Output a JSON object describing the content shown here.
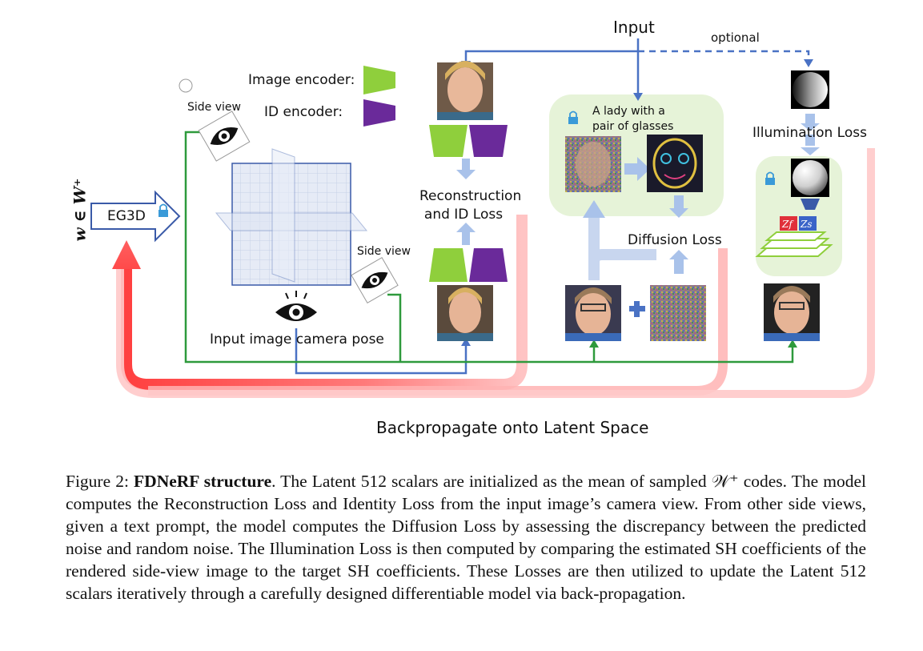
{
  "diagram": {
    "input_label": "Input",
    "optional_label": "optional",
    "image_encoder_label": "Image encoder:",
    "id_encoder_label": "ID encoder:",
    "side_view_label_top": "Side view",
    "side_view_label_right": "Side view",
    "eg3d_label": "EG3D",
    "latent_label": "w ∈ W⁺",
    "reconstruction_label_line1": "Reconstruction",
    "reconstruction_label_line2": "and ID Loss",
    "camera_pose_label": "Input image camera pose",
    "prompt_line1": "A lady with a",
    "prompt_line2": "pair of glasses",
    "diffusion_loss_label": "Diffusion Loss",
    "illumination_loss_label": "Illumination Loss",
    "zf_label": "Zf",
    "zs_label": "Zs",
    "backprop_label": "Backpropagate onto Latent Space",
    "colors": {
      "encoder_green": "#8fcf3c",
      "encoder_purple": "#6a2a9a",
      "arrow_blue": "#4a72c4",
      "arrow_green": "#2e9a3c",
      "arrow_red": "#ff5a5a",
      "arrow_light_blue": "#a9c2ea",
      "panel_green": "#e6f3d8"
    }
  },
  "caption": {
    "prefix": "Figure 2: ",
    "bold": "FDNeRF structure",
    "text": ". The Latent 512 scalars are initialized as the mean of sampled 𝒲⁺ codes. The model computes the Reconstruction Loss and Identity Loss from the input image’s camera view. From other side views, given a text prompt, the model computes the Diffusion Loss by assessing the discrepancy between the predicted noise and random noise. The Illumination Loss is then computed by comparing the estimated SH coefficients of the rendered side-view image to the target SH coefficients. These Losses are then utilized to update the Latent 512 scalars iteratively through a carefully designed differentiable model via back-propagation."
  }
}
